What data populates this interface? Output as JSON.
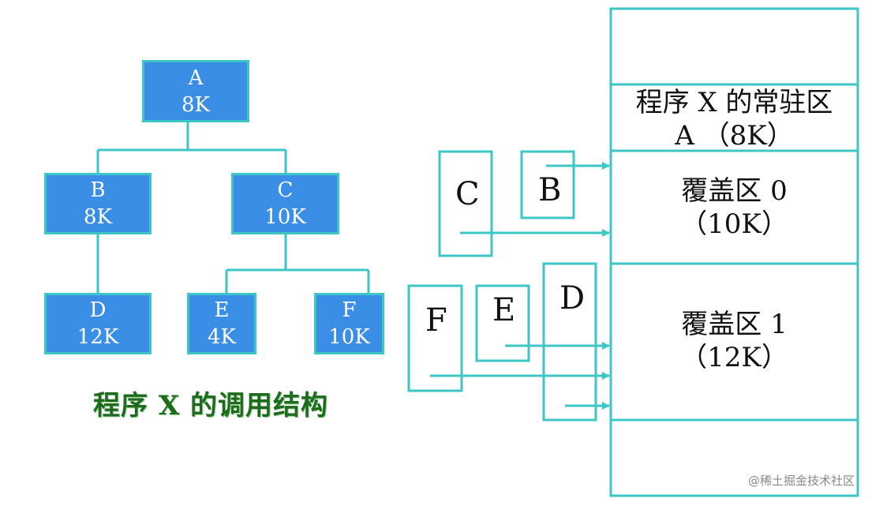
{
  "tree": {
    "nodes": {
      "A": {
        "name": "A",
        "size": "8K"
      },
      "B": {
        "name": "B",
        "size": "8K"
      },
      "C": {
        "name": "C",
        "size": "10K"
      },
      "D": {
        "name": "D",
        "size": "12K"
      },
      "E": {
        "name": "E",
        "size": "4K"
      },
      "F": {
        "name": "F",
        "size": "10K"
      }
    },
    "edges": [
      [
        "A",
        "B"
      ],
      [
        "A",
        "C"
      ],
      [
        "B",
        "D"
      ],
      [
        "C",
        "E"
      ],
      [
        "C",
        "F"
      ]
    ],
    "caption": "程序 X 的调用结构"
  },
  "memory": {
    "resident": {
      "line1": "程序 X 的常驻区",
      "line2": "A （8K）"
    },
    "overlay0": {
      "line1": "覆盖区 0",
      "line2": "（10K）"
    },
    "overlay1": {
      "line1": "覆盖区 1",
      "line2": "（12K）"
    }
  },
  "overlay_modules": {
    "C": "C",
    "B": "B",
    "F": "F",
    "E": "E",
    "D": "D"
  },
  "watermark": "@稀土掘金技术社区",
  "colors": {
    "node_fill": "#3a8ee6",
    "line": "#3cc6c6",
    "caption": "#1e6b1e"
  }
}
